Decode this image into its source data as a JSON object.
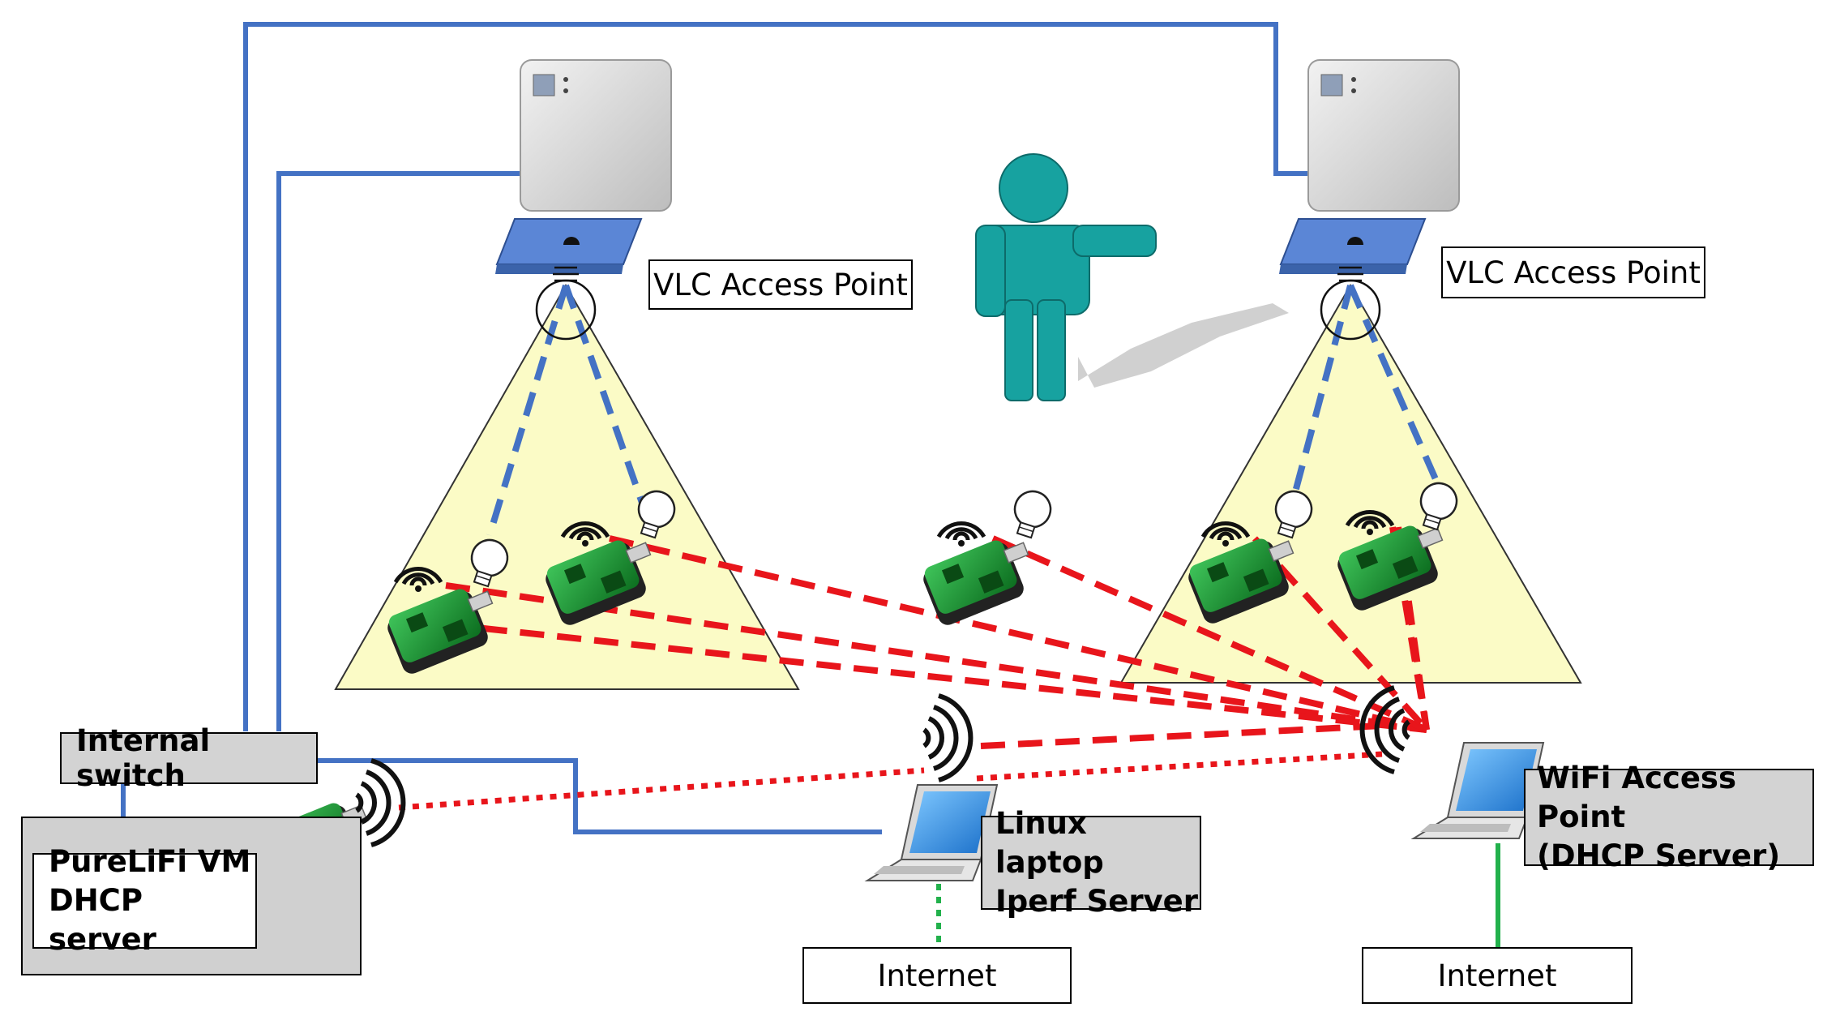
{
  "labels": {
    "vlc_ap_left": "VLC Access Point",
    "vlc_ap_right": "VLC Access Point",
    "internal_switch": "Internal switch",
    "purelifi_vm_line1": "PureLiFi VM",
    "purelifi_vm_line2": "DHCP server",
    "linux_laptop_line1": "Linux laptop",
    "linux_laptop_line2": "Iperf Server",
    "wifi_ap_line1": "WiFi Access Point",
    "wifi_ap_line2": "(DHCP Server)",
    "internet_left": "Internet",
    "internet_right": "Internet"
  },
  "colors": {
    "ethernet": "#4472c4",
    "wifi_link": "#e8151b",
    "internet_link": "#22b14c",
    "light_cone": "#fbfbc6",
    "person": "#17a2a0",
    "ap_plate": "#5b86d6",
    "dongle": "#1fa33a"
  }
}
